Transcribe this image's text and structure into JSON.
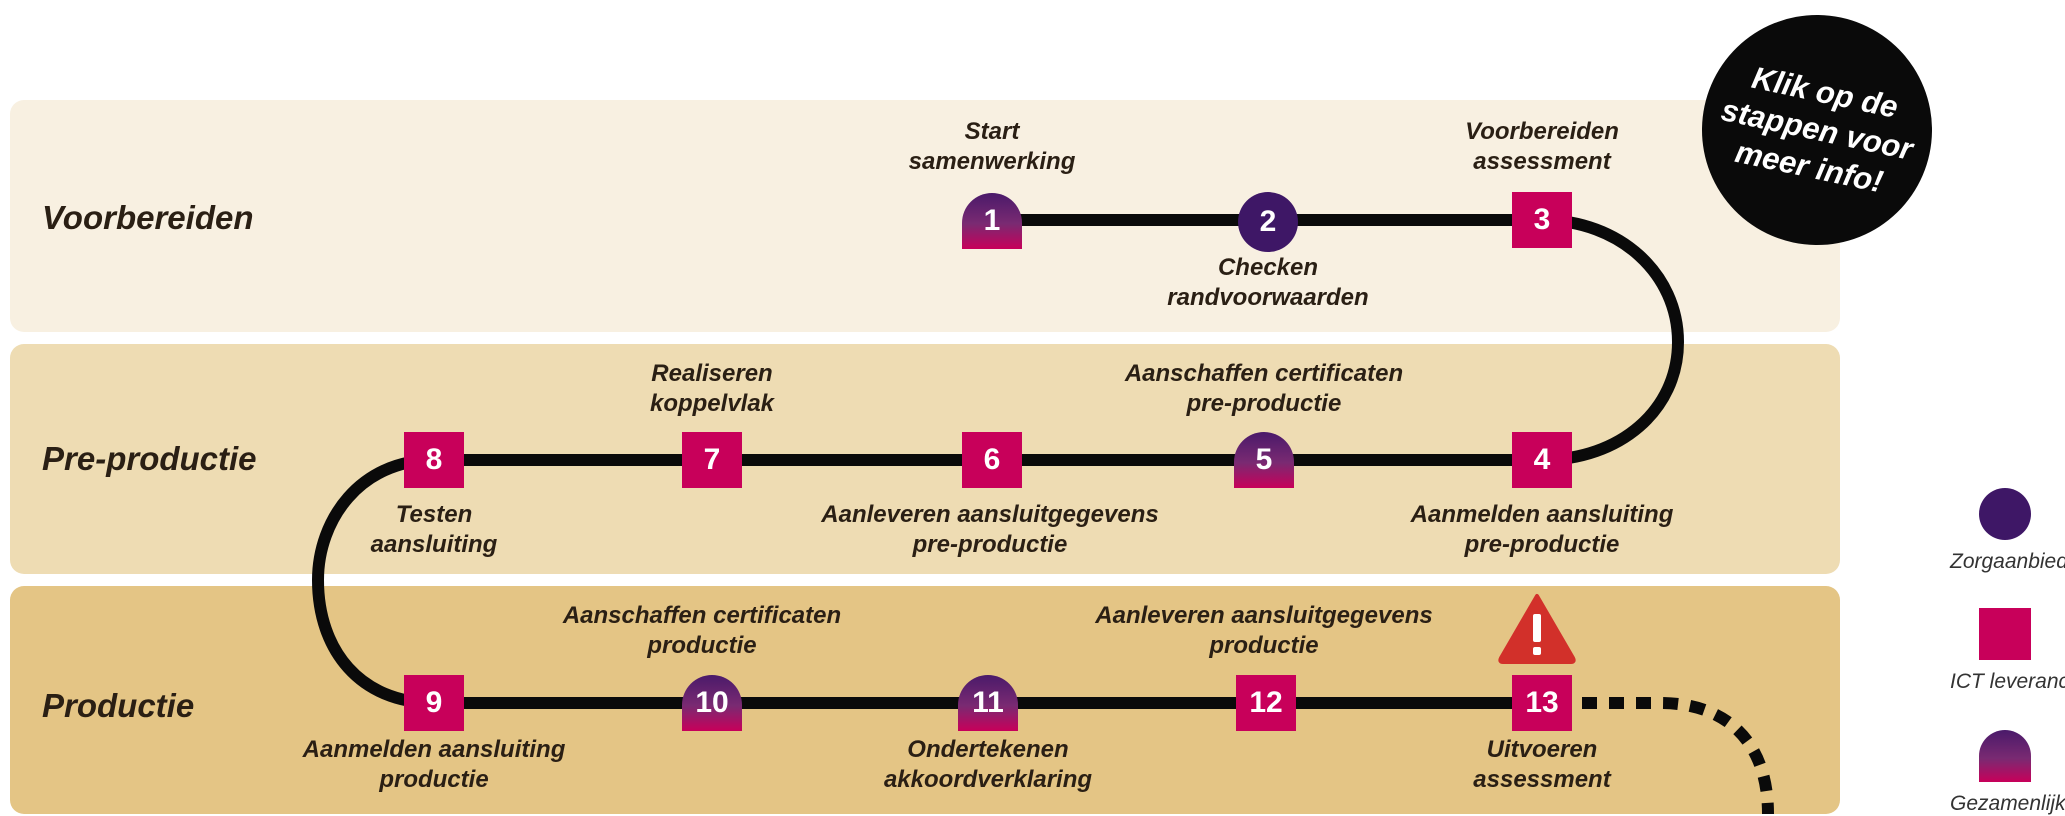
{
  "bands": [
    {
      "label": "Voorbereiden",
      "color": "#f8f0e1"
    },
    {
      "label": "Pre-productie",
      "color": "#eedcb3"
    },
    {
      "label": "Productie",
      "color": "#e4c585"
    }
  ],
  "steps": [
    {
      "num": "1",
      "type": "gezamenlijk",
      "label": "Start\nsamenwerking"
    },
    {
      "num": "2",
      "type": "zorgaanbieder",
      "label": "Checken\nrandvoorwaarden"
    },
    {
      "num": "3",
      "type": "ict",
      "label": "Voorbereiden\nassessment"
    },
    {
      "num": "4",
      "type": "ict",
      "label": "Aanmelden aansluiting\npre-productie"
    },
    {
      "num": "5",
      "type": "gezamenlijk",
      "label": "Aanschaffen certificaten\npre-productie"
    },
    {
      "num": "6",
      "type": "ict",
      "label": "Aanleveren aansluitgegevens\npre-productie"
    },
    {
      "num": "7",
      "type": "ict",
      "label": "Realiseren\nkoppelvlak"
    },
    {
      "num": "8",
      "type": "ict",
      "label": "Testen\naansluiting"
    },
    {
      "num": "9",
      "type": "ict",
      "label": "Aanmelden aansluiting\nproductie"
    },
    {
      "num": "10",
      "type": "gezamenlijk",
      "label": "Aanschaffen certificaten\nproductie"
    },
    {
      "num": "11",
      "type": "gezamenlijk",
      "label": "Ondertekenen\nakkoordverklaring"
    },
    {
      "num": "12",
      "type": "ict",
      "label": "Aanleveren aansluitgegevens\nproductie"
    },
    {
      "num": "13",
      "type": "ict",
      "label": "Uitvoeren\nassessment"
    }
  ],
  "warning_icon": "exclamation-triangle-icon",
  "cta": {
    "text": "Klik op de\nstappen voor\nmeer info!"
  },
  "legend": [
    {
      "key": "zorgaanbieder",
      "label": "Zorgaanbieder"
    },
    {
      "key": "ict",
      "label": "ICT leverancier"
    },
    {
      "key": "gezamenlijk",
      "label": "Gezamenlijk"
    }
  ],
  "colors": {
    "ict": "#c8005a",
    "zorgaanbieder": "#3e1766",
    "track": "#0a0a0a",
    "warning": "#d2302a"
  }
}
